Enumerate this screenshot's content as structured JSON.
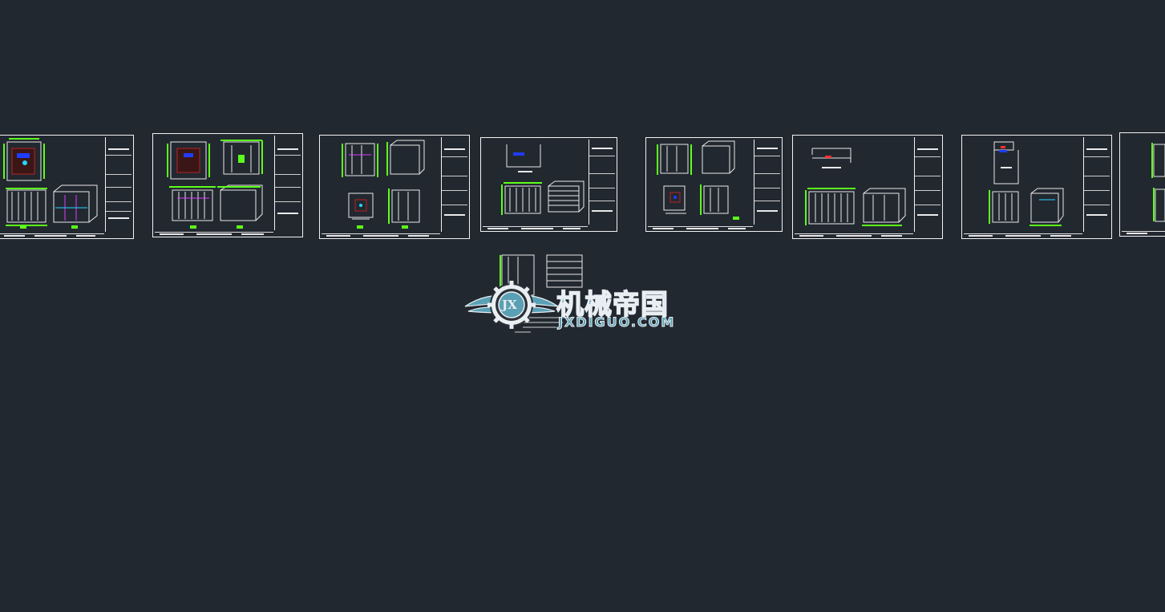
{
  "viewport": {
    "background": "#222830",
    "sheet_count": 8,
    "colors": {
      "sheet_border": "#f2f2f2",
      "geometry": "#e8e8e8",
      "dimension": "#5cff1a",
      "accent_blue": "#1f3cff",
      "accent_red": "#8b1a1a",
      "accent_magenta": "#d93cff",
      "accent_cyan": "#23d7ff"
    }
  },
  "watermark": {
    "chinese": "机械帝国",
    "latin": "JXDIGUO.COM",
    "emblem": "JX",
    "color": "#5aa0b5"
  }
}
